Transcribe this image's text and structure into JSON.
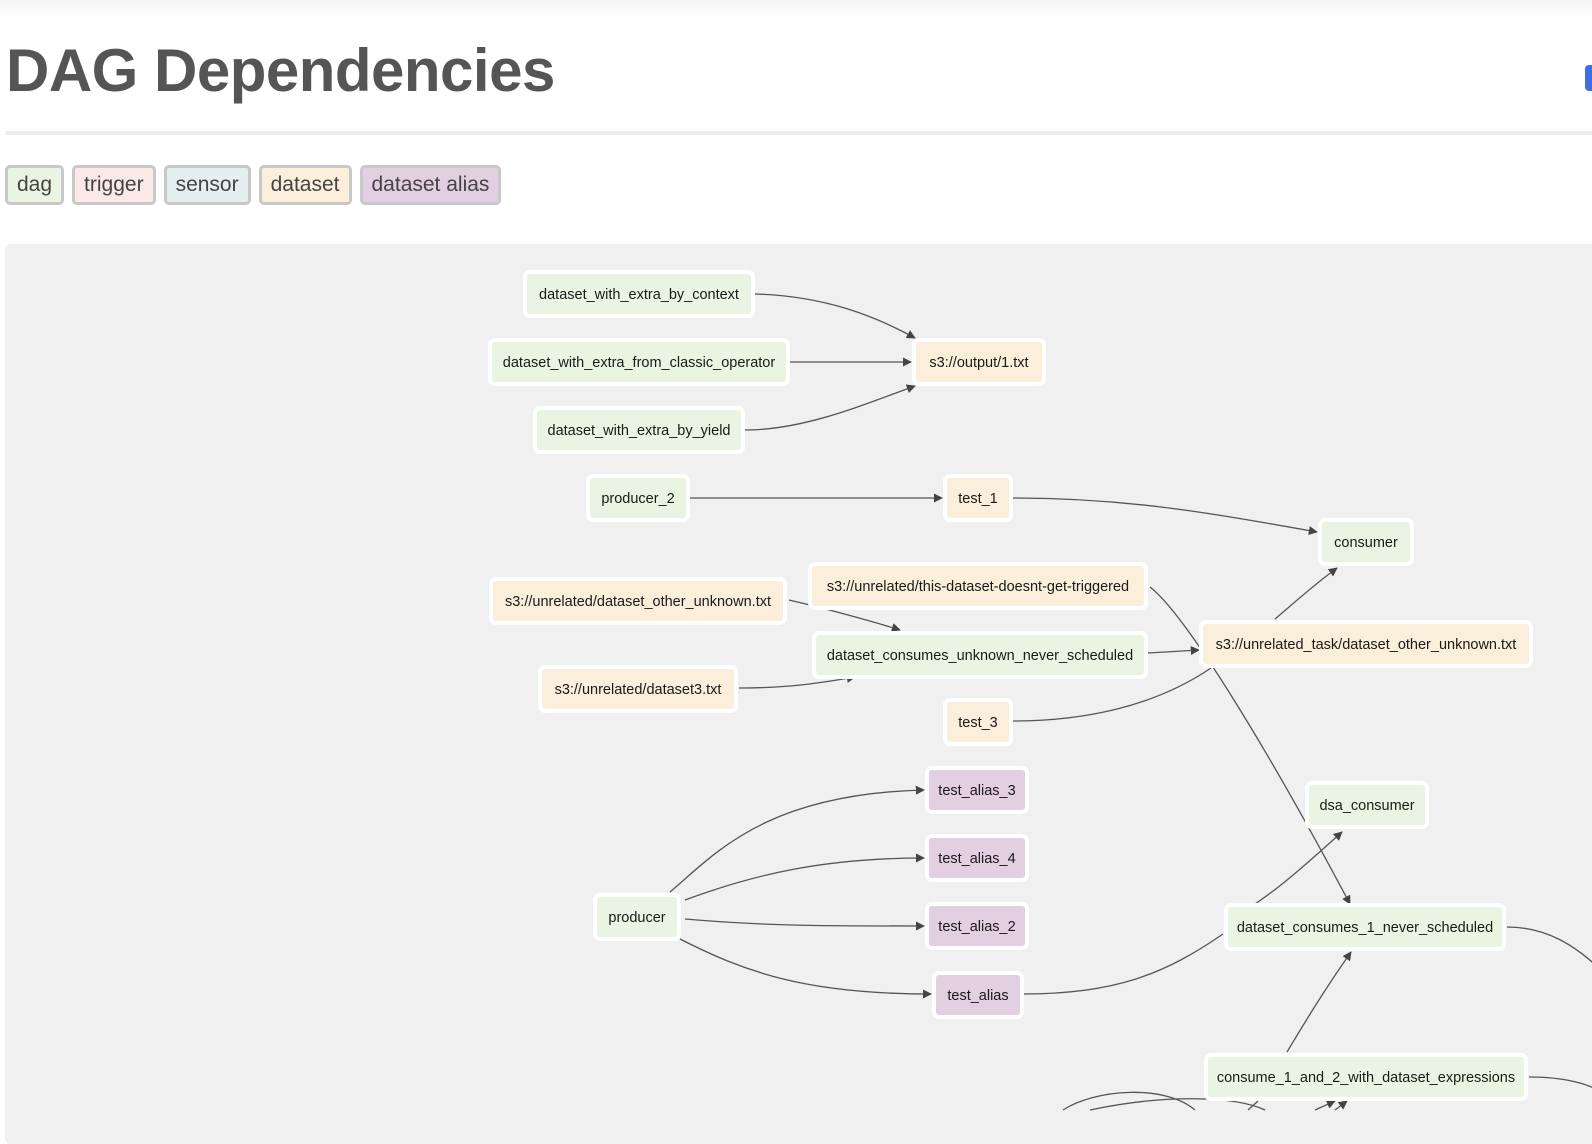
{
  "page": {
    "title": "DAG Dependencies"
  },
  "colors": {
    "dag": "#e9f5e2",
    "trigger": "#fbe9e8",
    "sensor": "#e5eff0",
    "dataset": "#fbeedb",
    "dataset_alias": "#e3cfe2"
  },
  "legend": [
    {
      "label": "dag",
      "color": "#e9f5e2"
    },
    {
      "label": "trigger",
      "color": "#fbe9e8"
    },
    {
      "label": "sensor",
      "color": "#e5eff0"
    },
    {
      "label": "dataset",
      "color": "#fbeedb"
    },
    {
      "label": "dataset alias",
      "color": "#e3cfe2"
    }
  ],
  "graph": {
    "nodes": [
      {
        "id": "n1",
        "label": "dataset_with_extra_by_context",
        "type": "dag"
      },
      {
        "id": "n2",
        "label": "dataset_with_extra_from_classic_operator",
        "type": "dag"
      },
      {
        "id": "n3",
        "label": "dataset_with_extra_by_yield",
        "type": "dag"
      },
      {
        "id": "n4",
        "label": "s3://output/1.txt",
        "type": "dataset"
      },
      {
        "id": "n5",
        "label": "producer_2",
        "type": "dag"
      },
      {
        "id": "n6",
        "label": "test_1",
        "type": "dataset"
      },
      {
        "id": "n7",
        "label": "consumer",
        "type": "dag"
      },
      {
        "id": "n8",
        "label": "s3://unrelated/this-dataset-doesnt-get-triggered",
        "type": "dataset"
      },
      {
        "id": "n9",
        "label": "s3://unrelated/dataset_other_unknown.txt",
        "type": "dataset"
      },
      {
        "id": "n10",
        "label": "dataset_consumes_unknown_never_scheduled",
        "type": "dag"
      },
      {
        "id": "n11",
        "label": "s3://unrelated_task/dataset_other_unknown.txt",
        "type": "dataset"
      },
      {
        "id": "n12",
        "label": "s3://unrelated/dataset3.txt",
        "type": "dataset"
      },
      {
        "id": "n13",
        "label": "test_3",
        "type": "dataset"
      },
      {
        "id": "n14",
        "label": "test_alias_3",
        "type": "dataset_alias"
      },
      {
        "id": "n15",
        "label": "dsa_consumer",
        "type": "dag"
      },
      {
        "id": "n16",
        "label": "test_alias_4",
        "type": "dataset_alias"
      },
      {
        "id": "n17",
        "label": "producer",
        "type": "dag"
      },
      {
        "id": "n18",
        "label": "test_alias_2",
        "type": "dataset_alias"
      },
      {
        "id": "n19",
        "label": "dataset_consumes_1_never_scheduled",
        "type": "dag"
      },
      {
        "id": "n20",
        "label": "test_alias",
        "type": "dataset_alias"
      },
      {
        "id": "n21",
        "label": "consume_1_and_2_with_dataset_expressions",
        "type": "dag"
      }
    ]
  }
}
